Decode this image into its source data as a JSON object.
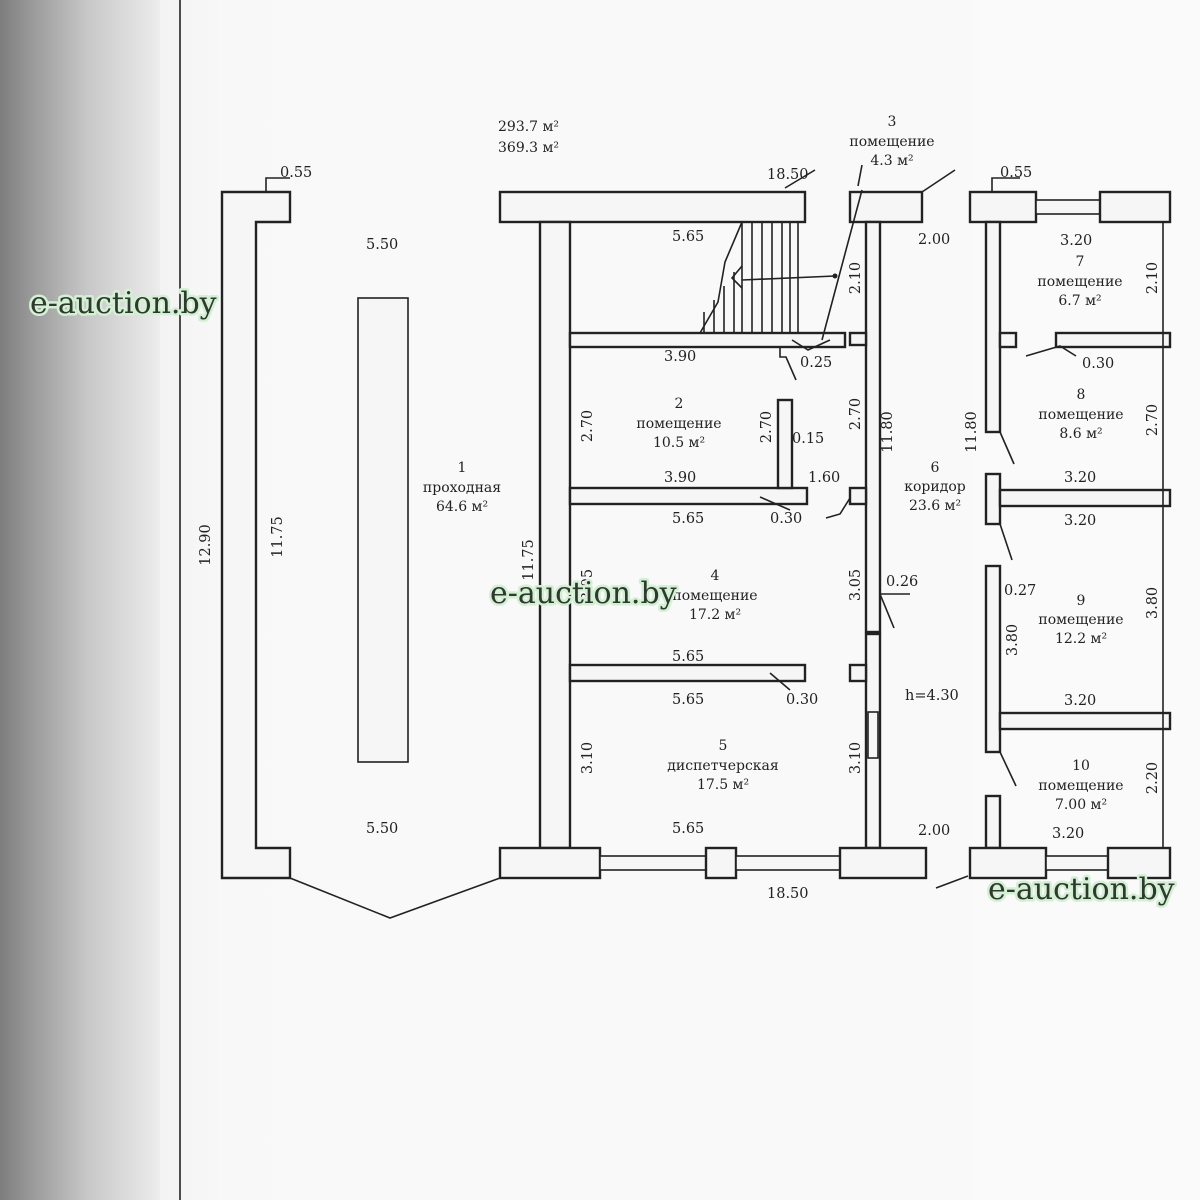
{
  "areas": {
    "total_1": "293.7 м²",
    "total_2": "369.3 м²"
  },
  "rooms": {
    "r1": {
      "num": "1",
      "name": "проходная",
      "area": "64.6 м²"
    },
    "r2": {
      "num": "2",
      "name": "помещение",
      "area": "10.5 м²"
    },
    "r3": {
      "num": "3",
      "name": "помещение",
      "area": "4.3 м²"
    },
    "r4": {
      "num": "4",
      "name": "помещение",
      "area": "17.2 м²"
    },
    "r5": {
      "num": "5",
      "name": "диспетчерская",
      "area": "17.5 м²"
    },
    "r6": {
      "num": "6",
      "name": "коридор",
      "area": "23.6 м²"
    },
    "r7": {
      "num": "7",
      "name": "помещение",
      "area": "6.7 м²"
    },
    "r8": {
      "num": "8",
      "name": "помещение",
      "area": "8.6 м²"
    },
    "r9": {
      "num": "9",
      "name": "помещение",
      "area": "12.2 м²"
    },
    "r10": {
      "num": "10",
      "name": "помещение",
      "area": "7.00 м²"
    }
  },
  "dims": {
    "d_055_left": "0.55",
    "d_055_right": "0.55",
    "d_550_top": "5.50",
    "d_550_bottom": "5.50",
    "d_1290": "12.90",
    "d_1175_left": "11.75",
    "d_1175_mid": "11.75",
    "d_1850_top": "18.50",
    "d_1850_bottom": "18.50",
    "d_565_top": "5.65",
    "d_390_a": "3.90",
    "d_025": "0.25",
    "d_210_a": "2.10",
    "d_200_top": "2.00",
    "d_320_a": "3.20",
    "d_210_b": "2.10",
    "d_030_a": "0.30",
    "d_270_a": "2.70",
    "d_270_b": "2.70",
    "d_015": "0.15",
    "d_270_c": "2.70",
    "d_1180_a": "11.80",
    "d_1180_b": "11.80",
    "d_270_d": "2.70",
    "d_390_b": "3.90",
    "d_160": "1.60",
    "d_320_b": "3.20",
    "d_565_b": "5.65",
    "d_030_b": "0.30",
    "d_320_c": "3.20",
    "d_305_a": "3.05",
    "d_305_b": "3.05",
    "d_026": "0.26",
    "d_027": "0.27",
    "d_380_a": "3.80",
    "d_380_b": "3.80",
    "d_565_c": "5.65",
    "d_565_d": "5.65",
    "d_030_c": "0.30",
    "d_h": "h=4.30",
    "d_320_d": "3.20",
    "d_310_a": "3.10",
    "d_310_b": "3.10",
    "d_220": "2.20",
    "d_565_e": "5.65",
    "d_200_bottom": "2.00",
    "d_320_e": "3.20"
  },
  "watermark": {
    "text": "e-auction.by"
  }
}
